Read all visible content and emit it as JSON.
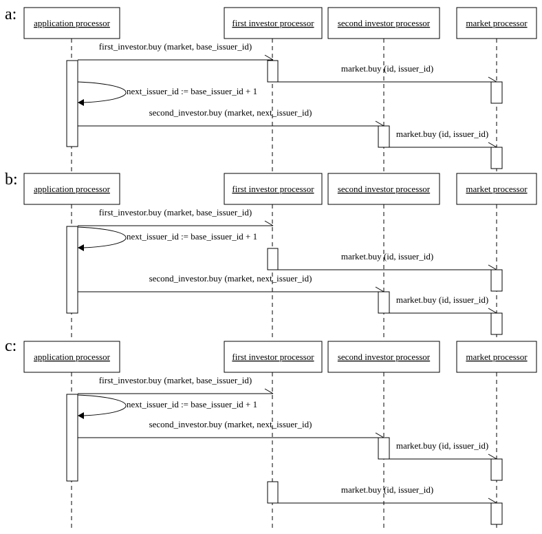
{
  "participants": {
    "app": "application processor",
    "inv1": "first investor processor",
    "inv2": "second investor processor",
    "mkt": "market processor"
  },
  "panels": [
    {
      "label": "a:",
      "messages": {
        "buy1": "first_investor.buy (market, base_issuer_id)",
        "self": "next_issuer_id := base_issuer_id + 1",
        "buy2": "second_investor.buy (market, next_issuer_id)",
        "mbuy1": "market.buy (id, issuer_id)",
        "mbuy2": "market.buy (id, issuer_id)"
      }
    },
    {
      "label": "b:",
      "messages": {
        "buy1": "first_investor.buy (market, base_issuer_id)",
        "self": "next_issuer_id := base_issuer_id + 1",
        "buy2": "second_investor.buy (market, next_issuer_id)",
        "mbuy1": "market.buy (id, issuer_id)",
        "mbuy2": "market.buy (id, issuer_id)"
      }
    },
    {
      "label": "c:",
      "messages": {
        "buy1": "first_investor.buy (market, base_issuer_id)",
        "self": "next_issuer_id := base_issuer_id + 1",
        "buy2": "second_investor.buy (market, next_issuer_id)",
        "mbuy2": "market.buy (id, issuer_id)",
        "mbuy1": "market.buy (id, issuer_id)"
      }
    }
  ]
}
